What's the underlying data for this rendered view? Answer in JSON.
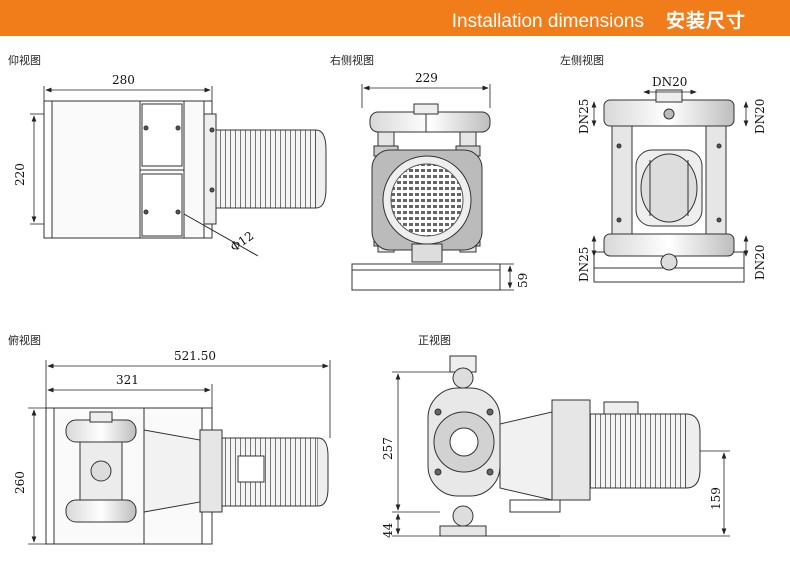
{
  "header": {
    "title_en": "Installation dimensions",
    "title_cn": "安装尺寸",
    "color": "#f07d1a"
  },
  "views": {
    "bottom_view": {
      "label": "仰视图",
      "dims": {
        "width": "280",
        "height": "220",
        "hole": "Φ12"
      }
    },
    "right_view": {
      "label": "右侧视图",
      "dims": {
        "width": "229",
        "base_height": "59"
      }
    },
    "left_view": {
      "label": "左侧视图",
      "dims": {
        "top_port": "DN20",
        "left_top": "DN25",
        "right_top": "DN20",
        "left_bottom": "DN25",
        "right_bottom": "DN20"
      }
    },
    "top_view": {
      "label": "俯视图",
      "dims": {
        "overall": "521.50",
        "pump": "321",
        "height": "260"
      }
    },
    "front_view": {
      "label": "正视图",
      "dims": {
        "height": "257",
        "base": "44",
        "motor_height": "159"
      }
    }
  }
}
